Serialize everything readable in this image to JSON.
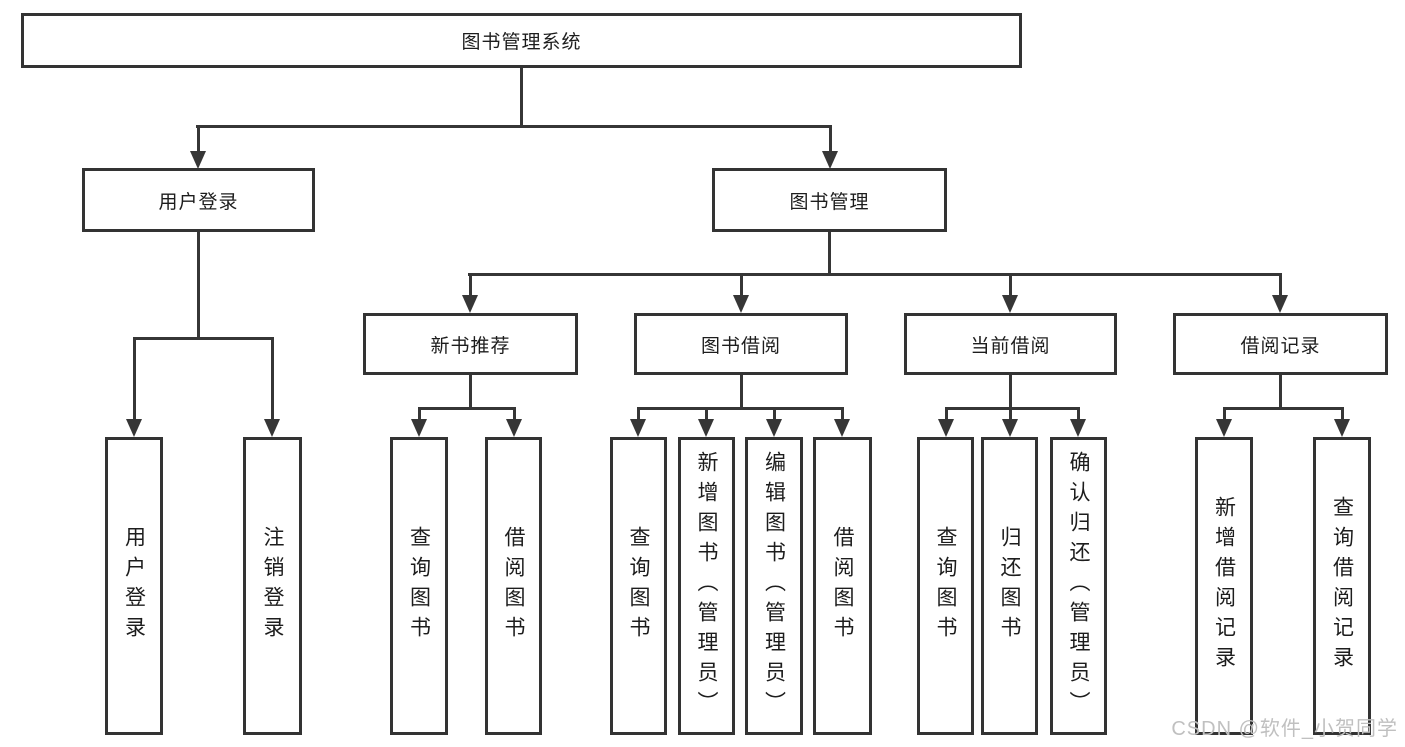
{
  "tree": {
    "root": "图书管理系统",
    "branches": [
      {
        "label": "用户登录",
        "children": [
          {
            "label": "用户登录"
          },
          {
            "label": "注销登录"
          }
        ]
      },
      {
        "label": "图书管理",
        "sections": [
          {
            "label": "新书推荐",
            "children": [
              {
                "label": "查询图书"
              },
              {
                "label": "借阅图书"
              }
            ]
          },
          {
            "label": "图书借阅",
            "children": [
              {
                "label": "查询图书"
              },
              {
                "label": "新增图书（管理员）"
              },
              {
                "label": "编辑图书（管理员）"
              },
              {
                "label": "借阅图书"
              }
            ]
          },
          {
            "label": "当前借阅",
            "children": [
              {
                "label": "查询图书"
              },
              {
                "label": "归还图书"
              },
              {
                "label": "确认归还（管理员）"
              }
            ]
          },
          {
            "label": "借阅记录",
            "children": [
              {
                "label": "新增借阅记录"
              },
              {
                "label": "查询借阅记录"
              }
            ]
          }
        ]
      }
    ]
  },
  "watermark": {
    "text": "CSDN @软件_小贺同学"
  },
  "colors": {
    "line": "#363636",
    "border": "#333333",
    "text": "#1d1d1d",
    "background": "#ffffff",
    "watermark": "#c0c0c0"
  }
}
